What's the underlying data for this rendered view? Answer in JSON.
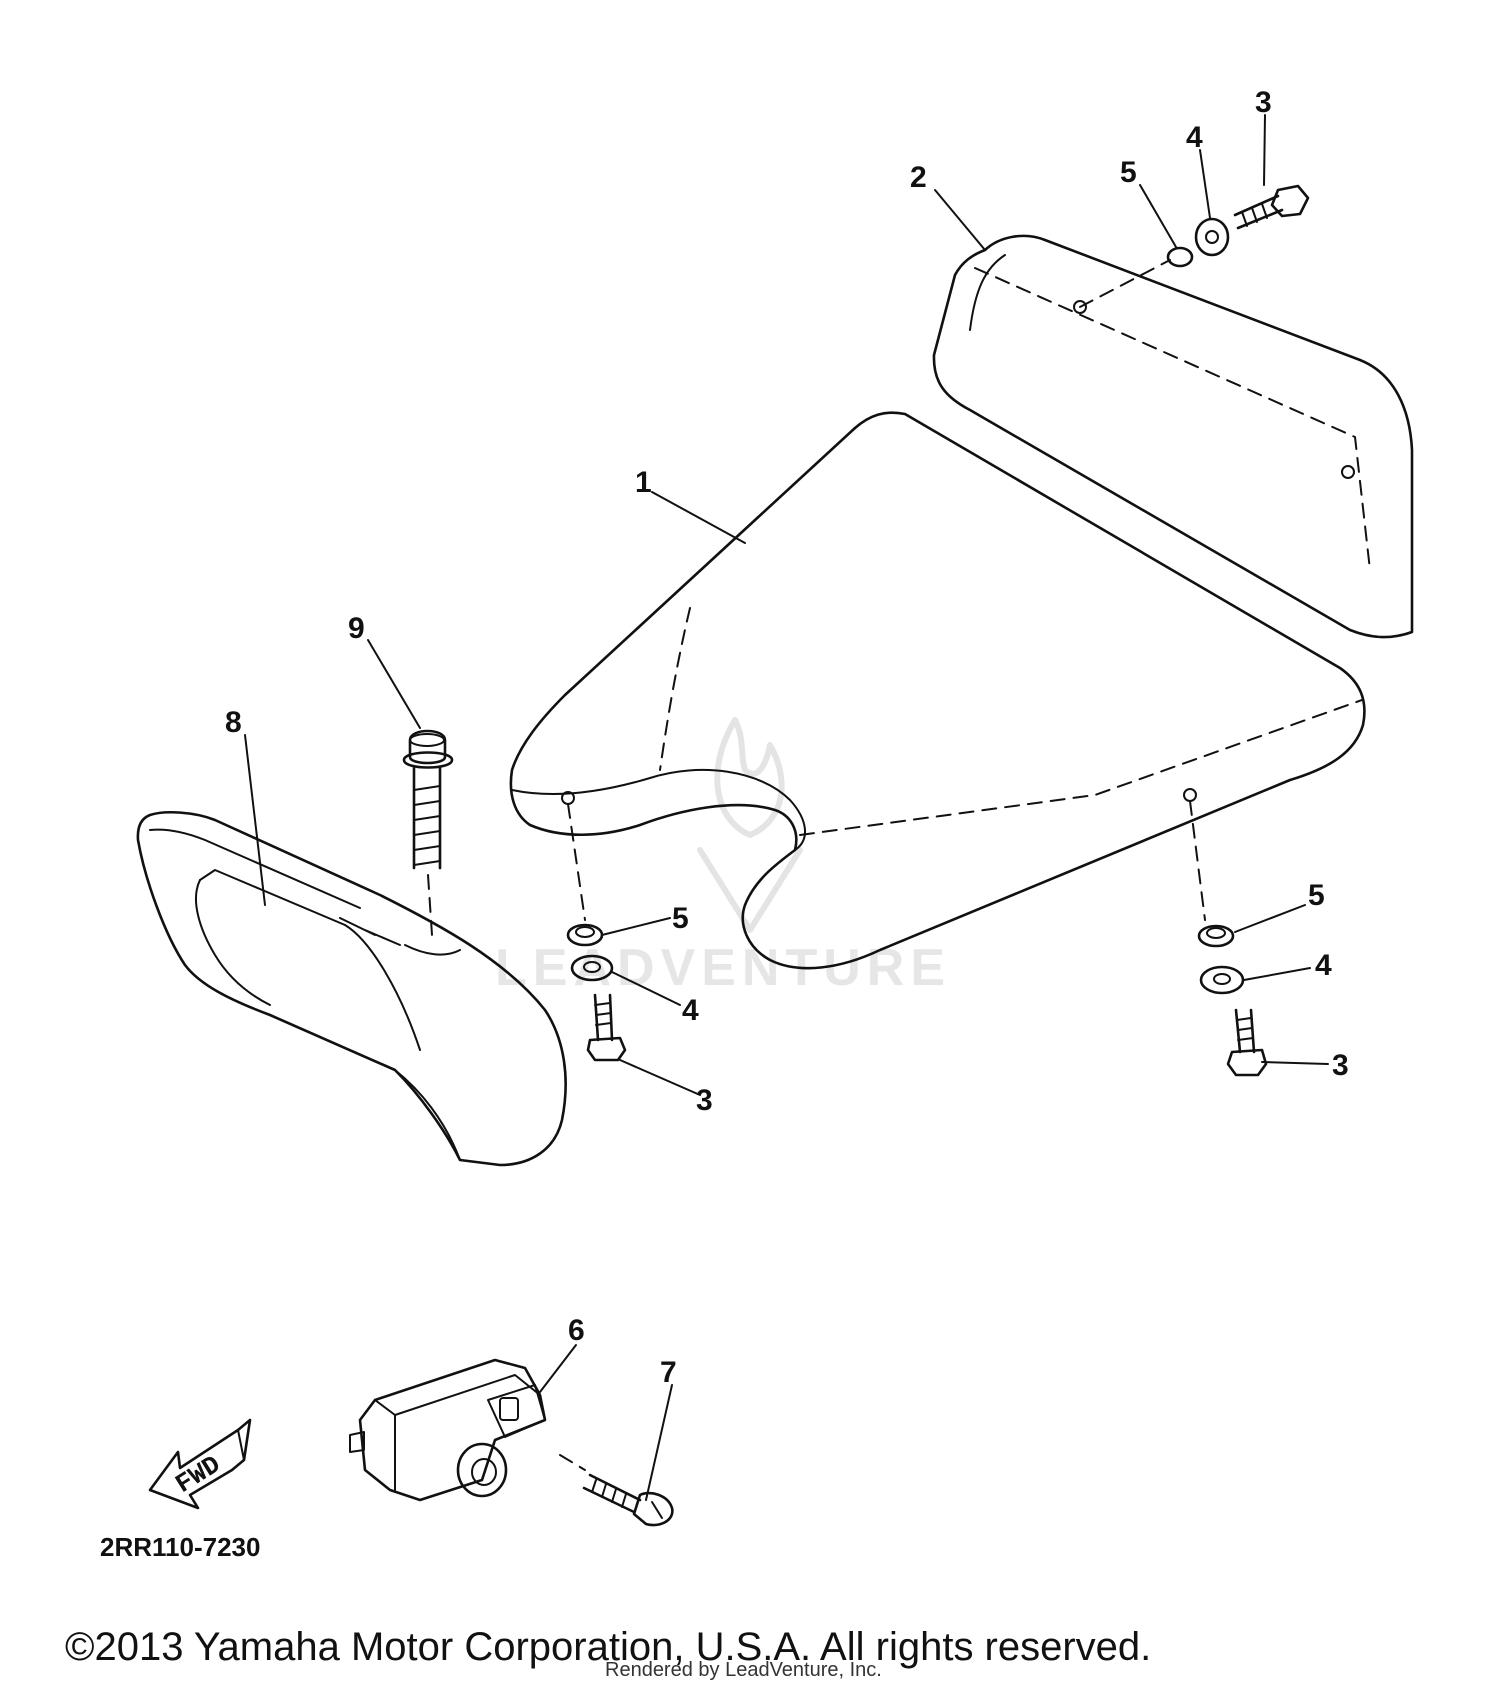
{
  "callouts": {
    "seat": "1",
    "rear_cover": "2",
    "bolt_top": "3",
    "washer_top": "4",
    "nut_top": "5",
    "nut_left": "5",
    "washer_left": "4",
    "bolt_left": "3",
    "nut_right": "5",
    "washer_right": "4",
    "bolt_right": "3",
    "lock": "6",
    "screw": "7",
    "front_cover": "8",
    "front_bolt": "9"
  },
  "fwd_label": "FWD",
  "drawing_code": "2RR110-7230",
  "watermark": "LEADVENTURE",
  "rendered_by": "Rendered by LeadVenture, Inc.",
  "copyright": "©2013 Yamaha Motor Corporation, U.S.A. All rights reserved."
}
